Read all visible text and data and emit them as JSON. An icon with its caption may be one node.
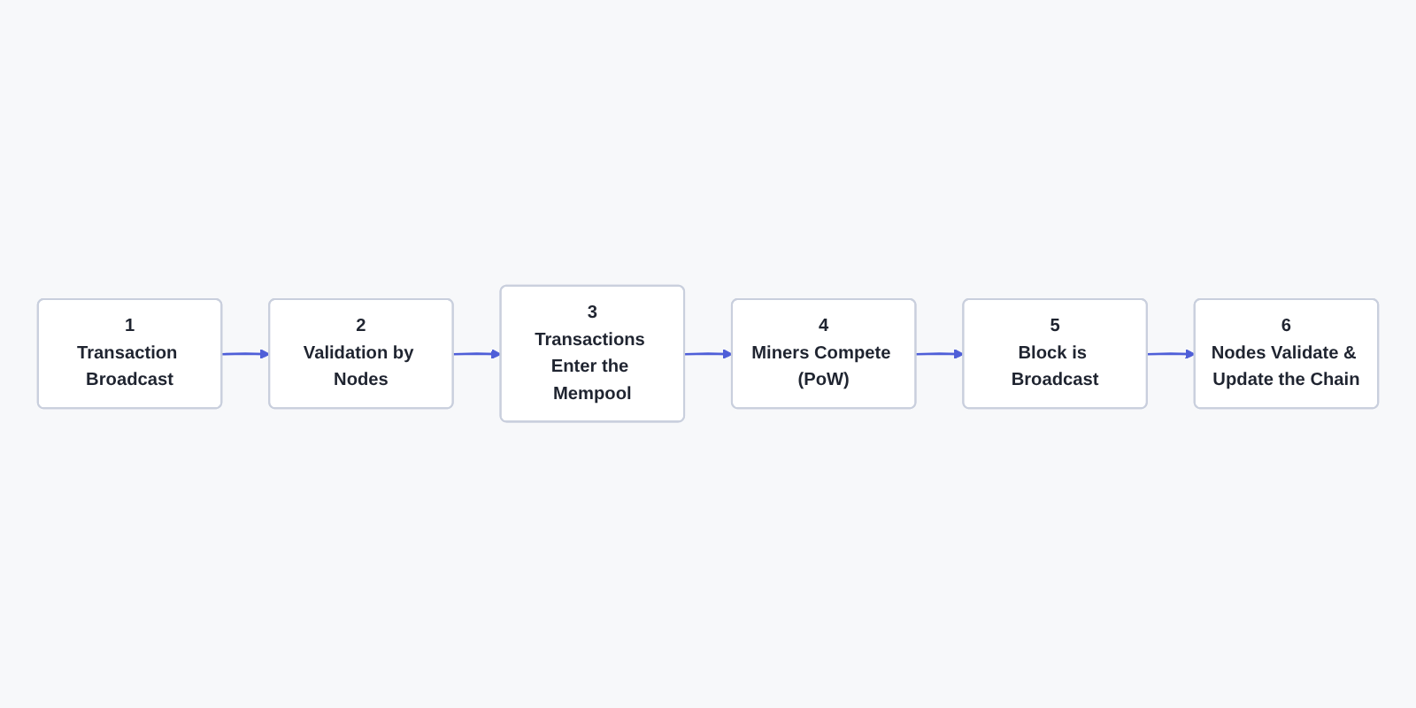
{
  "diagram": {
    "nodes": [
      {
        "text": [
          "1",
          "Transaction Broadcast"
        ]
      },
      {
        "text": [
          "2",
          "Validation by Nodes"
        ]
      },
      {
        "text": [
          "3",
          "Transactions Enter the Mempool"
        ]
      },
      {
        "text": [
          "4",
          "Miners Compete (PoW)"
        ]
      },
      {
        "text": [
          "5",
          "Block is Broadcast"
        ]
      },
      {
        "text": [
          "6",
          "Nodes Validate & Update the Chain"
        ]
      }
    ],
    "edges": [
      {
        "from": 0,
        "to": 1,
        "arrow": "to"
      },
      {
        "from": 1,
        "to": 2,
        "arrow": "to"
      },
      {
        "from": 2,
        "to": 3,
        "arrow": "to"
      },
      {
        "from": 3,
        "to": 4,
        "arrow": "to"
      },
      {
        "from": 4,
        "to": 5,
        "arrow": "to"
      }
    ]
  }
}
